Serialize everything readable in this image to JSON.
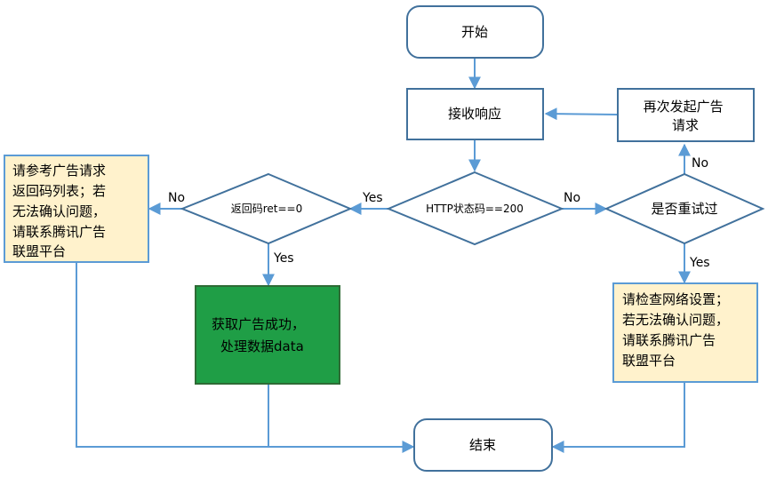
{
  "colors": {
    "arrow": "#5b9bd5",
    "box_stroke": "#41719c",
    "note_fill": "#fff2cc",
    "note_stroke": "#5b9bd5",
    "success_fill": "#1f9e46",
    "success_stroke": "#2e6b35"
  },
  "nodes": {
    "start": "开始",
    "receive": "接收响应",
    "retry_request": [
      "再次发起广告",
      "请求"
    ],
    "http_check": "HTTP状态码==200",
    "ret_check": "返回码ret==0",
    "retry_check": "是否重试过",
    "ret_error_note": [
      "请参考广告请求",
      "返回码列表；若",
      "无法确认问题，",
      "请联系腾讯广告",
      "联盟平台"
    ],
    "network_note": [
      "请检查网络设置；",
      "若无法确认问题，",
      "请联系腾讯广告",
      "联盟平台"
    ],
    "success": [
      "获取广告成功，",
      "处理数据data"
    ],
    "end": "结束"
  },
  "edge_labels": {
    "http_yes": "Yes",
    "http_no": "No",
    "ret_yes": "Yes",
    "ret_no": "No",
    "retry_yes": "Yes",
    "retry_no": "No"
  }
}
